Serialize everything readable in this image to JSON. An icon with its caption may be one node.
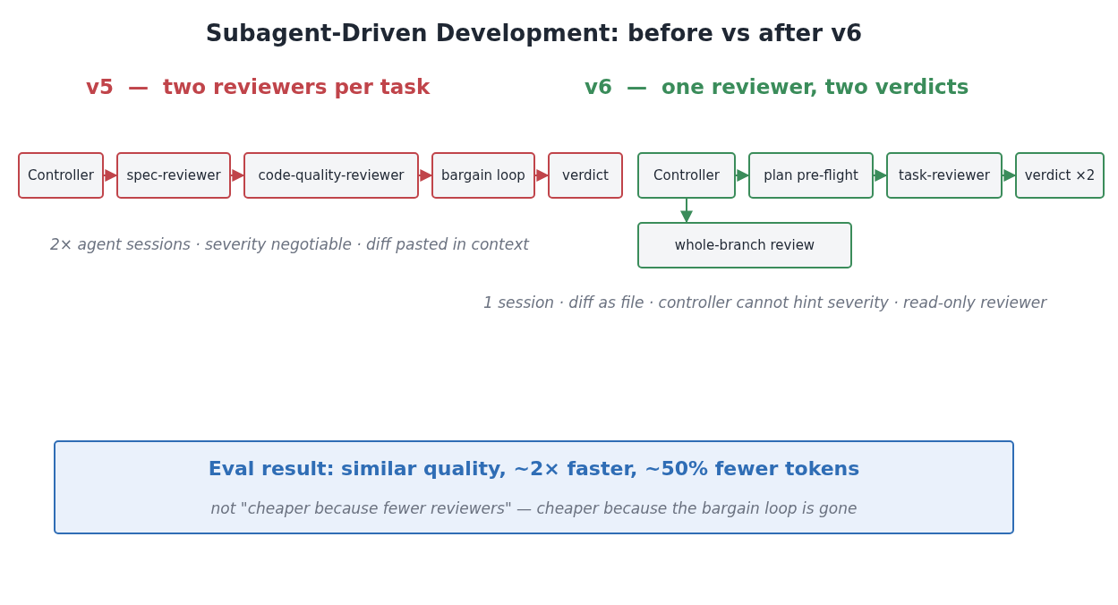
{
  "diagram": {
    "title": "Subagent-Driven Development: before vs after v6",
    "nodes": [
      {
        "text": [
          "Controller"
        ]
      },
      {
        "text": [
          "spec-reviewer"
        ]
      },
      {
        "text": [
          "code-quality-reviewer"
        ]
      },
      {
        "text": [
          "bargain loop"
        ]
      },
      {
        "text": [
          "verdict"
        ]
      },
      {
        "text": [
          "Controller"
        ]
      },
      {
        "text": [
          "plan pre-flight"
        ]
      },
      {
        "text": [
          "task-reviewer"
        ]
      },
      {
        "text": [
          "verdict ×2"
        ]
      },
      {
        "text": [
          "whole-branch review"
        ]
      },
      {
        "text": [
          "Eval result: similar quality, ~2× faster, ~50% fewer tokens",
          "not \"cheaper because fewer reviewers\" — cheaper because the bargain loop is gone"
        ]
      }
    ],
    "edges": [
      {
        "from": 0,
        "to": 1,
        "arrow": "to",
        "color": "#c0444a"
      },
      {
        "from": 1,
        "to": 2,
        "arrow": "to",
        "color": "#c0444a"
      },
      {
        "from": 2,
        "to": 3,
        "arrow": "to",
        "color": "#c0444a"
      },
      {
        "from": 3,
        "to": 4,
        "arrow": "to",
        "color": "#c0444a"
      },
      {
        "from": 5,
        "to": 6,
        "arrow": "to",
        "color": "#3a8c5a"
      },
      {
        "from": 6,
        "to": 7,
        "arrow": "to",
        "color": "#3a8c5a"
      },
      {
        "from": 7,
        "to": 8,
        "arrow": "to",
        "color": "#3a8c5a"
      },
      {
        "from": 5,
        "to": 9,
        "arrow": "to",
        "color": "#3a8c5a"
      }
    ],
    "labels": [
      "v5  —  two reviewers per task",
      "v6  —  one reviewer, two verdicts",
      "2× agent sessions · severity negotiable · diff pasted in context",
      "1 session · diff as file · controller cannot hint severity · read-only reviewer"
    ]
  }
}
